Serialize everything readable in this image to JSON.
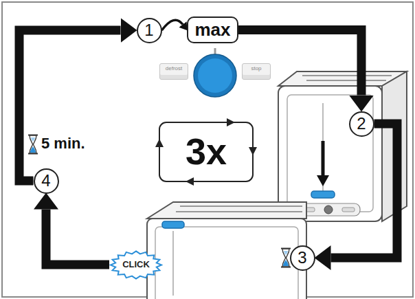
{
  "diagram": {
    "nodes": [
      {
        "text": [
          "1"
        ]
      },
      {
        "text": [
          "max"
        ]
      },
      {
        "text": [
          "defrost"
        ]
      },
      {
        "text": [
          "stop"
        ]
      },
      {
        "text": [
          "2"
        ]
      },
      {
        "text": [
          "3"
        ]
      },
      {
        "text": [
          "CLICK"
        ]
      },
      {
        "text": [
          "4"
        ]
      }
    ],
    "edges": [
      {
        "from": 0,
        "to": 1,
        "arrow": "to"
      },
      {
        "from": 1,
        "to": 4,
        "arrow": "to"
      },
      {
        "from": 4,
        "to": 5,
        "arrow": "to"
      },
      {
        "from": 6,
        "to": 7,
        "arrow": "to"
      },
      {
        "from": 7,
        "to": 0,
        "arrow": "to"
      }
    ],
    "labels": [
      "3x",
      "5 min."
    ]
  }
}
